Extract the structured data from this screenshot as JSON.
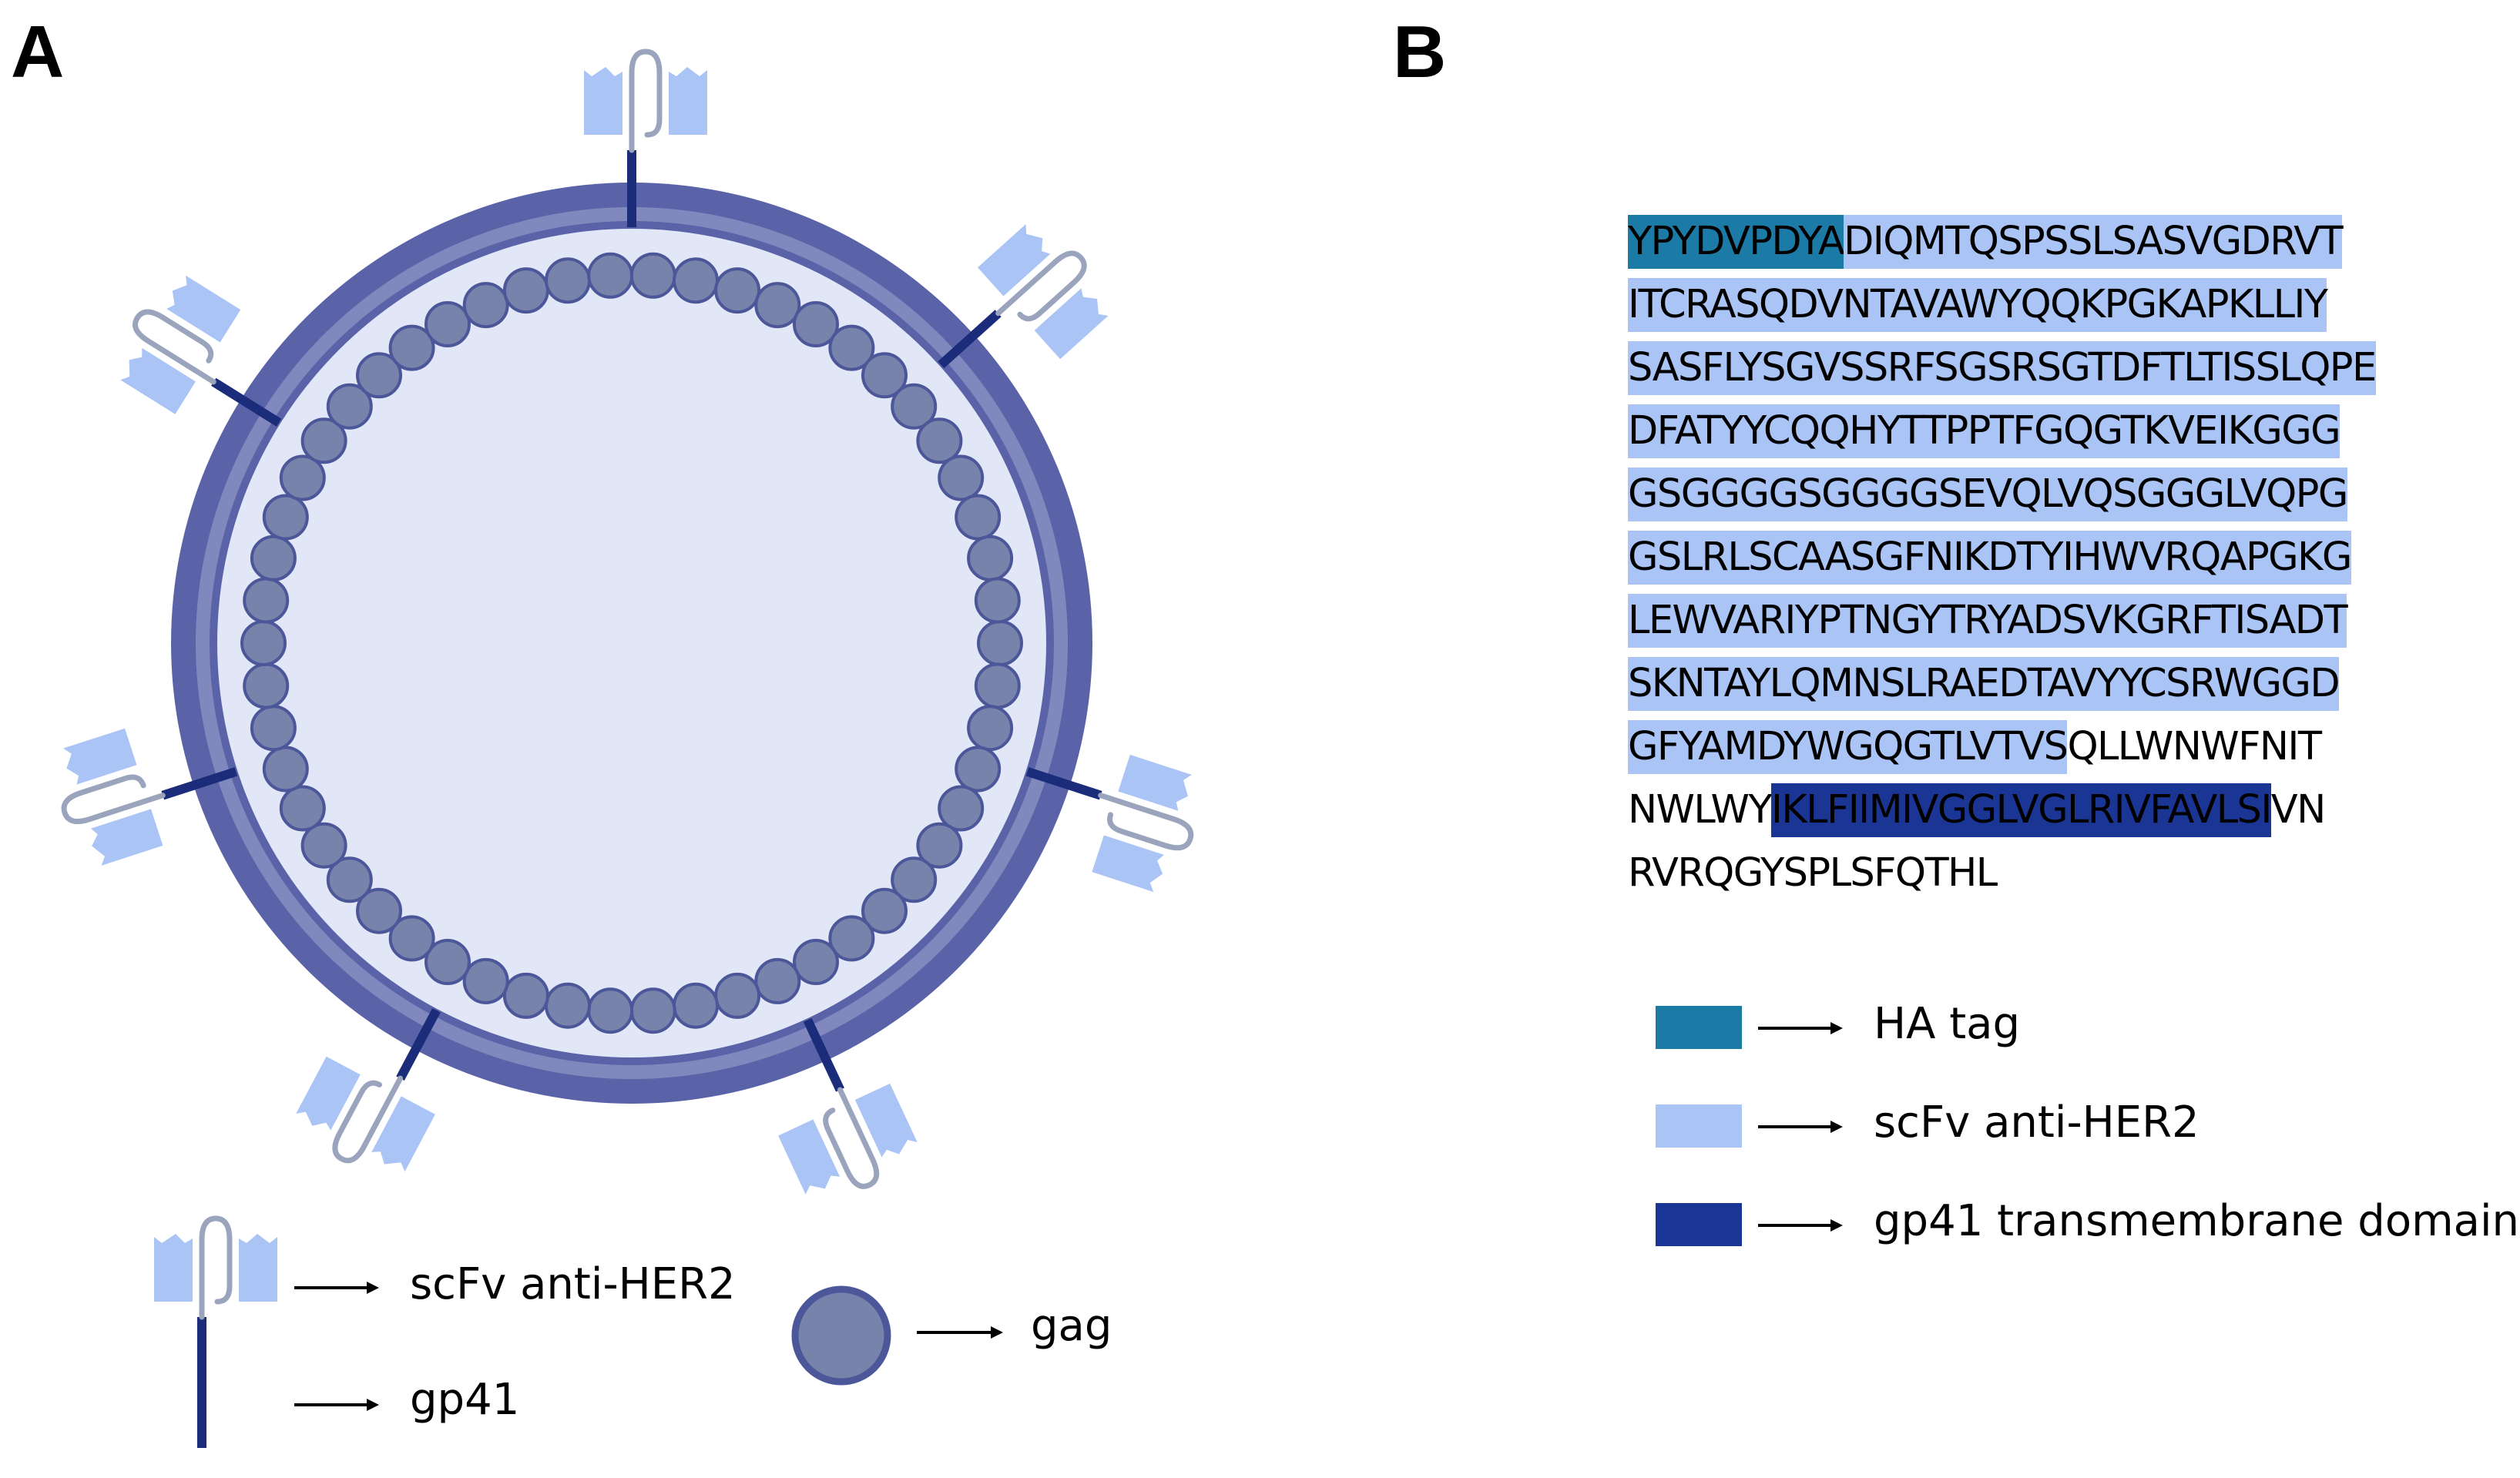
{
  "panel_a": {
    "letter": "A",
    "legend": {
      "scfv_label": "scFv anti-HER2",
      "gp41_label": "gp41",
      "gag_label": "gag"
    }
  },
  "panel_b": {
    "letter": "B",
    "sequence_lines": [
      [
        {
          "t": "YPYDVPDYA",
          "k": "ha"
        },
        {
          "t": "DIQMTQSPSSLSASVGDRVT",
          "k": "scfv"
        }
      ],
      [
        {
          "t": "ITCRASQDVNTAVAWYQQKPGKAPKLLIY",
          "k": "scfv"
        }
      ],
      [
        {
          "t": "SASFLYSGVSSRFSGSRSGTDFTLTISSLQPE",
          "k": "scfv"
        }
      ],
      [
        {
          "t": "DFATYYCQQHYTTPPTFGQGTKVEIKGGG",
          "k": "scfv"
        }
      ],
      [
        {
          "t": "GSGGGGSGGGGSEVQLVQSGGGLVQPG",
          "k": "scfv"
        }
      ],
      [
        {
          "t": "GSLRLSCAASGFNIKDTYIHWVRQAPGKG",
          "k": "scfv"
        }
      ],
      [
        {
          "t": "LEWVARIYPTNGYTRYADSVKGRFTISADT",
          "k": "scfv"
        }
      ],
      [
        {
          "t": "SKNTAYLQMNSLRAEDTAVYYCSRWGGD",
          "k": "scfv"
        }
      ],
      [
        {
          "t": "GFYAMDYWGQGTLVTVS",
          "k": "scfv"
        },
        {
          "t": "QLLWNWFNIT",
          "k": "plain"
        }
      ],
      [
        {
          "t": "NWLWY",
          "k": "plain"
        },
        {
          "t": "IKLFIIMIVGGLVGLRIVFAVLSI",
          "k": "tm"
        },
        {
          "t": "VN",
          "k": "plain"
        }
      ],
      [
        {
          "t": "RVRQGYSPLSFQTHL",
          "k": "plain"
        }
      ]
    ],
    "legend": [
      {
        "label": "HA tag",
        "color": "#1c7aa6"
      },
      {
        "label": "scFv anti-HER2",
        "color": "#a9c4f5"
      },
      {
        "label": "gp41 transmembrane domain",
        "color": "#1b3594"
      }
    ]
  },
  "colors": {
    "membrane_outer": "#5b63a8",
    "membrane_inner": "#8088bd",
    "lumen": "#e2e7f8",
    "gag_fill": "#7783ab",
    "gag_stroke": "#4b5799",
    "scfv_block": "#a9c4f5",
    "linker": "#9aa4bd",
    "gp41": "#1a2c7a"
  }
}
